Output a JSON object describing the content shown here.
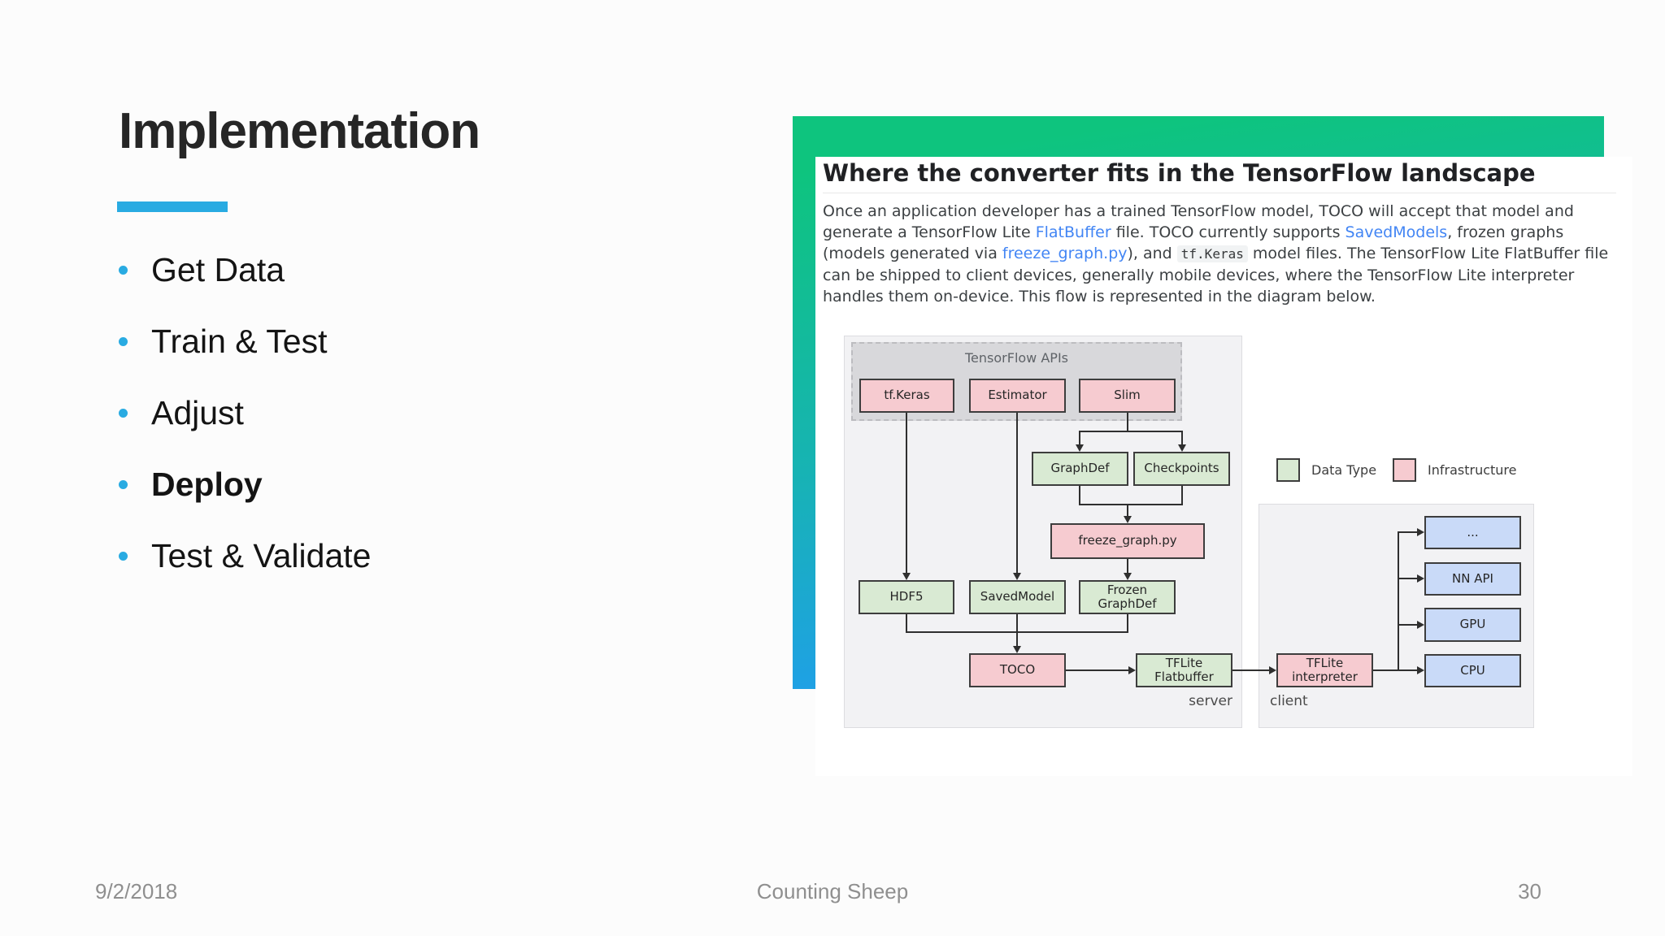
{
  "slide": {
    "title": "Implementation",
    "accent_color": "#29abe2",
    "bullets": [
      "Get Data",
      "Train & Test",
      "Adjust",
      "Deploy",
      "Test & Validate"
    ],
    "bold_bullet_index": 3,
    "footer": {
      "date": "9/2/2018",
      "deck_title": "Counting Sheep",
      "page_number": "30"
    }
  },
  "doc": {
    "heading": "Where the converter fits in the TensorFlow landscape",
    "frame_gradient_top": "#0ec47e",
    "frame_gradient_bottom": "#219cf1",
    "link_color": "#4285f4",
    "paragraph": {
      "t1": "Once an application developer has a trained TensorFlow model, TOCO will accept that model and generate a TensorFlow Lite ",
      "link_flatbuffer": "FlatBuffer",
      "t2": " file. TOCO currently supports ",
      "link_savedmodels": "SavedModels",
      "t3": ", frozen graphs (models generated via ",
      "link_freeze_graph": "freeze_graph.py",
      "t4": "), and ",
      "code_tf_keras": "tf.Keras",
      "t5": " model files. The TensorFlow Lite FlatBuffer file can be shipped to client devices, generally mobile devices, where the TensorFlow Lite interpreter handles them on-device. This flow is represented in the diagram below."
    }
  },
  "diagram": {
    "apis_group_label": "TensorFlow APIs",
    "nodes": {
      "tf_keras": "tf.Keras",
      "estimator": "Estimator",
      "slim": "Slim",
      "graphdef": "GraphDef",
      "checkpoints": "Checkpoints",
      "freeze_graph": "freeze_graph.py",
      "hdf5": "HDF5",
      "savedmodel": "SavedModel",
      "frozen_graphdef": "Frozen GraphDef",
      "toco": "TOCO",
      "tflite_flatbuffer": "TFLite Flatbuffer",
      "tflite_interpreter": "TFLite interpreter",
      "ellipsis": "...",
      "nn_api": "NN API",
      "gpu": "GPU",
      "cpu": "CPU"
    },
    "legend": {
      "data_type_label": "Data Type",
      "infrastructure_label": "Infrastructure",
      "data_type_color": "#d9ead3",
      "infrastructure_color": "#f6cbd0",
      "accelerator_color": "#c9daf8"
    },
    "server_label": "server",
    "client_label": "client"
  }
}
